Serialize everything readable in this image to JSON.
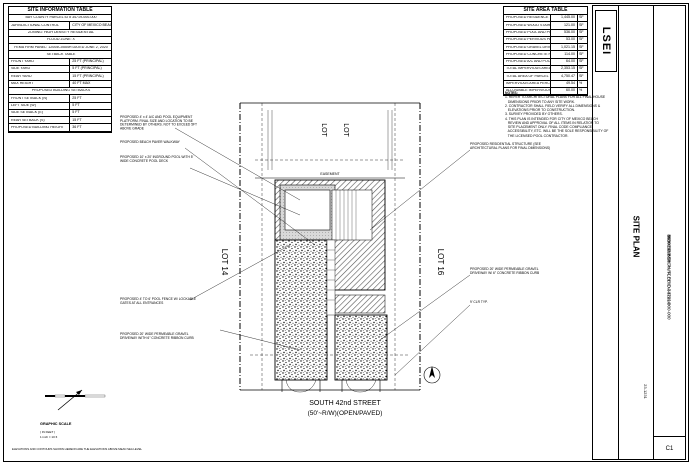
{
  "site_info": {
    "title": "SITE INFORMATION TABLE",
    "rows": [
      {
        "k": "BAY COUNTY PARCEL ID # 34719-000-000",
        "v": "",
        "full": true
      },
      {
        "k": "JURISDICTIONAL CONTROL",
        "v": "CITY OF MEXICO BEACH"
      },
      {
        "k": "ZONING: HIGH DENSITY RESIDENTIAL",
        "v": "",
        "full": true
      },
      {
        "k": "FLOOD ZONE: X",
        "v": "",
        "full": true
      },
      {
        "k": "FEMA FIRM PANEL: 12005C0554H DATED JUNE 2, 2020",
        "v": "",
        "full": true
      },
      {
        "k": "SETBACK TABLE",
        "v": "",
        "full": true
      },
      {
        "k": "FRONT YARD",
        "v": "25 FT (PRINCIPAL)"
      },
      {
        "k": "SIDE YARD",
        "v": "5 FT (PRINCIPAL)"
      },
      {
        "k": "REAR YARD",
        "v": "15 FT (PRINCIPAL)"
      },
      {
        "k": "MAX HEIGHT",
        "v": "40 FT MAX"
      },
      {
        "k": "PROPOSED BUILDING SETBACKS",
        "v": "",
        "full": true
      },
      {
        "k": "FRONT SETBACK (N)",
        "v": "25 FT"
      },
      {
        "k": "LEFT SIDE (W)",
        "v": "5 FT"
      },
      {
        "k": "SIDE SETBACK (E)",
        "v": "5 FT"
      },
      {
        "k": "REAR SETBACK (S)",
        "v": "15 FT"
      },
      {
        "k": "PROPOSED BUILDING HEIGHT",
        "v": "36 FT"
      }
    ]
  },
  "site_area": {
    "title": "SITE AREA TABLE",
    "rows": [
      {
        "k": "PROPOSED RESIDENCE",
        "v": "1,445.00",
        "u": "SF"
      },
      {
        "k": "PROPOSED WOOD STAIR/LANDING",
        "v": "121.00",
        "u": "SF"
      },
      {
        "k": "PROPOSED POOL AND POOL DECK",
        "v": "536.00",
        "u": "SF"
      },
      {
        "k": "PROPOSED PERVIOUS PAVER WALKWAY",
        "v": "53.00",
        "u": "SF"
      },
      {
        "k": "PROPOSED GRAVEL DRIVEWAYS",
        "v": "1,021.15",
        "u": "SF"
      },
      {
        "k": "PROPOSED CONCRETE RIBBON CURB",
        "v": "114.00",
        "u": "SF"
      },
      {
        "k": "PROPOSED A/C AND POOL EQUIP. PLATFORM",
        "v": "64.00",
        "u": "SF"
      },
      {
        "k": "TOTAL IMPERVIOUS AREA",
        "v": "2,353.15",
        "u": "SF"
      },
      {
        "k": "TOTAL AREA OF PARCEL",
        "v": "4,750.47",
        "u": "SF"
      },
      {
        "k": "IMPERVIOUS AREA PERCENTAGE",
        "v": "49.54",
        "u": "%"
      },
      {
        "k": "ALLOWABLE IMPERVIOUS AREA",
        "v": "60.00",
        "u": "%"
      }
    ]
  },
  "notes": {
    "heading": "NOTES:",
    "lines": [
      "1. REFER TO ARCHITECTURAL PLANS FOR ALL FINAL HOUSE",
      "   DIMENSIONS PRIOR TO ANY SITE WORK.",
      "2. CONTRACTOR SHALL FIELD VERIFY ALL DIMENSIONS &",
      "   ELEVATIONS PRIOR TO CONSTRUCTION.",
      "3. SURVEY PROVIDED BY OTHERS.",
      "4. THIS PLAN IS INTENDED FOR CITY OF MEXICO BEACH",
      "   REVIEW AND APPROVAL OF ALL ITEMS IN RELATION TO",
      "   SITE PLACEMENT ONLY. FINAL CODE COMPLIANCE,",
      "   ACCESSIBILITY, ETC. WILL BE THE SOLE RESPONSIBILITY OF",
      "   THE LICENSED POOL CONTRACTOR."
    ]
  },
  "plan": {
    "lot_left": "LOT 14",
    "lot_right": "LOT 16",
    "lot_top_left": "LOT",
    "lot_top_right": "LOT",
    "street_name": "SOUTH 42nd STREET",
    "street_sub": "(50'~R/W)(OPEN/PAVED)",
    "easement": "EASEMENT",
    "callouts": [
      "PROPOSED 4' x 4' A/C AND POOL EQUIPMENT PLATFORM. FINAL SIZE AND LOCATION TO BE DETERMINED BY OTHERS. NOT TO EXCEED 5FT ABOVE GRADE",
      "PROPOSED BEACH PAVER WALKWAY",
      "PROPOSED 10' x 20' INGROUND POOL WITH 5' WIDE CONCRETE POOL DECK",
      "PROPOSED RESIDENTIAL STRUCTURE (SEE ARCHITECTURAL PLANS FOR FINAL DIMENSIONS)",
      "PROPOSED 4' TO 6' POOL FENCE W/ LOCKABLE GATES AT ALL ENTRANCES",
      "PROPOSED 20' WIDE PERMEABLE GRAVEL DRIVEWAY WITH 6\" CONCRETE RIBBON CURB",
      "PROPOSED 20' WIDE PERMEABLE GRAVEL DRIVEWAY W/ 6\" CONCRETE RIBBON CURB",
      "9' CLR TYP."
    ]
  },
  "graphic_scale": {
    "label": "GRAPHIC SCALE",
    "units": "( IN FEET )",
    "ratio": "1 inch = 10 ft"
  },
  "bottom_note": "ELEVATIONS AND CONTOURS SHOWN HEREON ARE THE ELEVATIONS ABOVE MEAN SEA LEVEL",
  "title_block": {
    "logo": "LSEI",
    "sheet_title": "SITE PLAN",
    "address_1": "3500 HWY 98",
    "address_2": "MEXICO BEACH, FLORIDA 32410",
    "parcel": "BAY COUNTY PARCEL ID 34719-000-000",
    "project_no": "23-1231",
    "sheet": "C1"
  },
  "colors": {
    "ink": "#000000",
    "paper": "#ffffff",
    "hatch": "#555555"
  }
}
